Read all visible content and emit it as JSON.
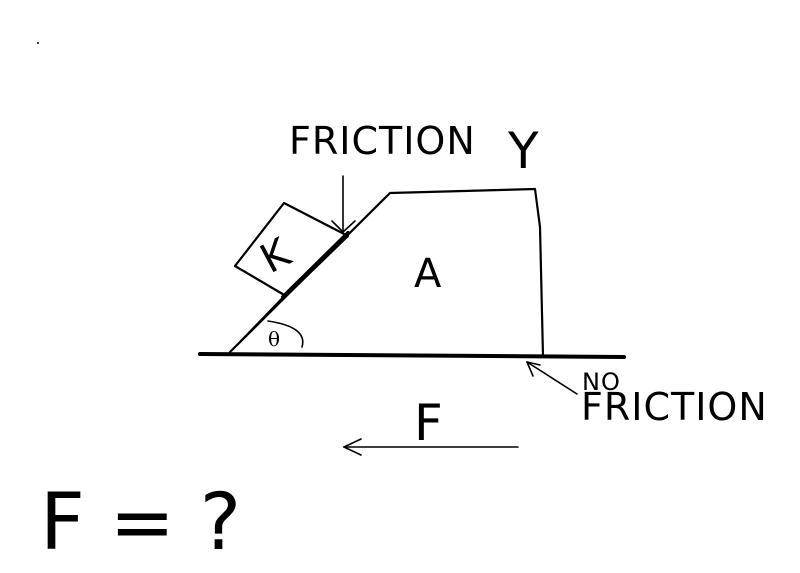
{
  "diagram": {
    "labels": {
      "friction_top": "FRICTION",
      "y_label": "Y",
      "block_small": "K",
      "block_large": "A",
      "angle": "θ",
      "no_label": "NO",
      "friction_bottom": "FRICTION",
      "force": "F",
      "question": "F = ?"
    },
    "colors": {
      "background": "#ffffff",
      "ink": "#000000"
    }
  }
}
